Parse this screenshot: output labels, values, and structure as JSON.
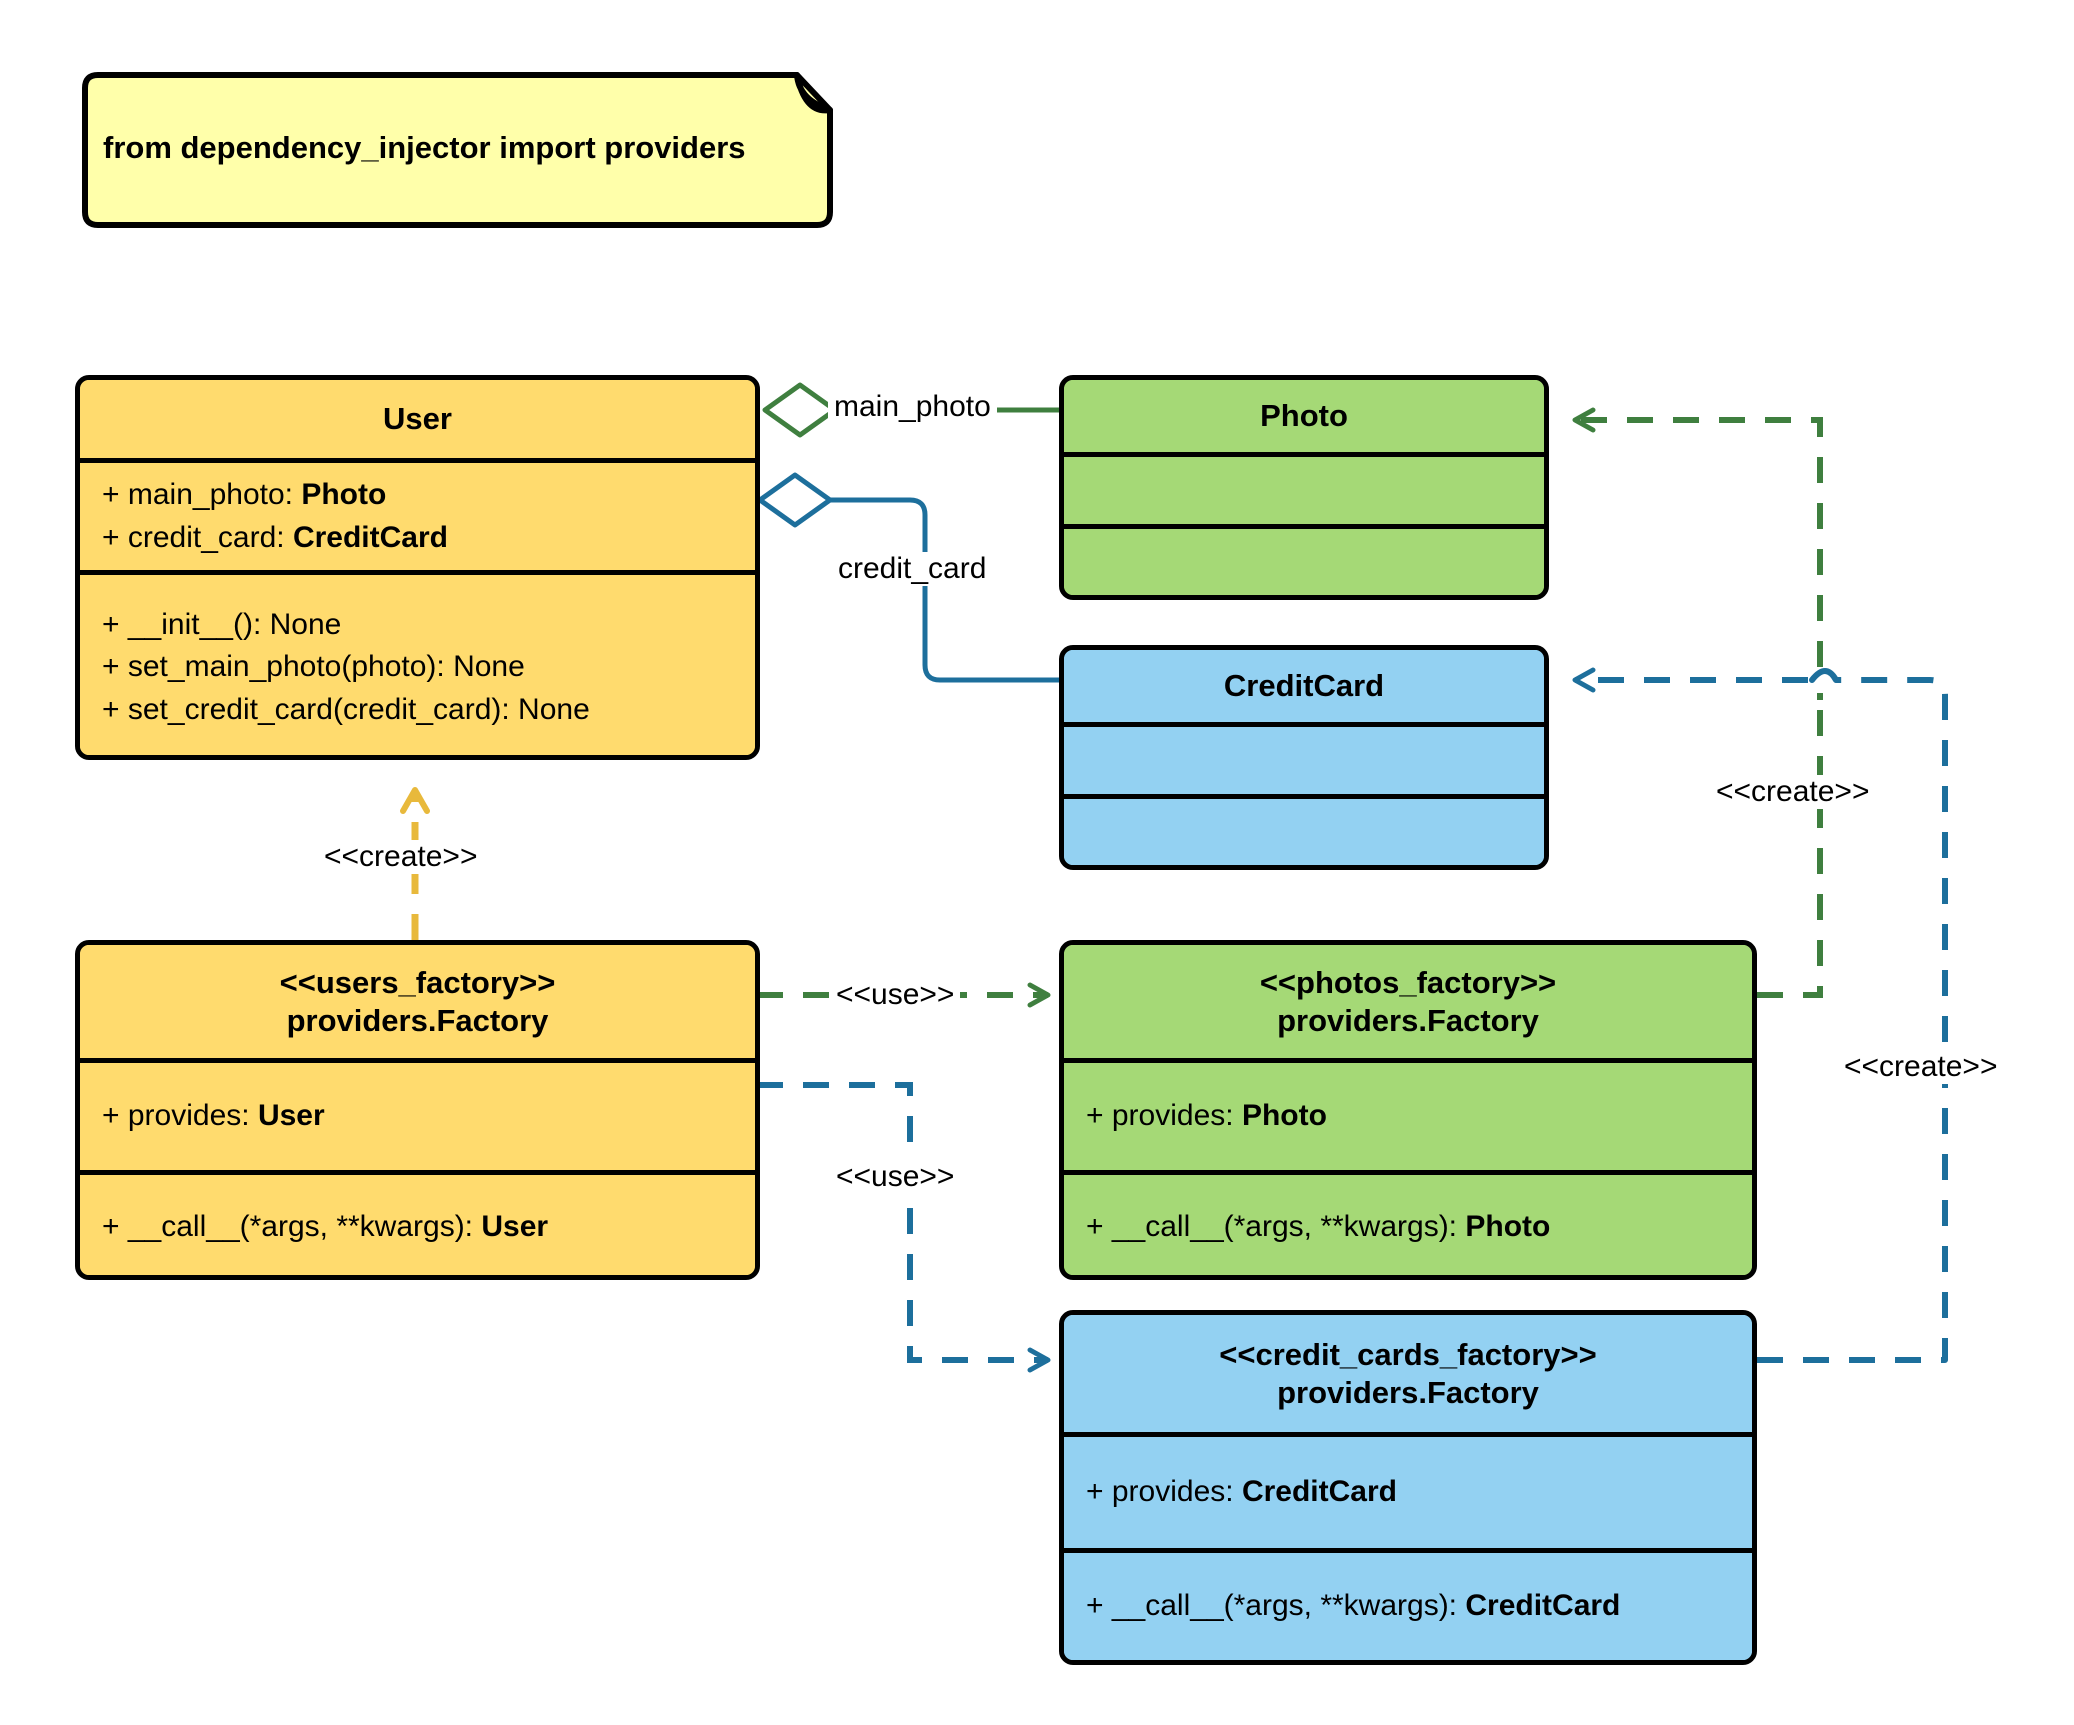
{
  "diagram": {
    "type": "uml-class-diagram",
    "title": "dependency_injector providers factory pattern",
    "background": "#ffffff"
  },
  "palette": {
    "yellow_fill": "#ffdb6e",
    "yellow_line": "#e8b93c",
    "green_fill": "#a5d976",
    "green_line": "#3f7f3f",
    "blue_fill": "#93d1f2",
    "blue_line": "#1d6f9c",
    "note_fill": "#ffffaa",
    "note_fold": "#c8c8a0",
    "outline": "#000000"
  },
  "note": {
    "name": "import-note",
    "text": "from dependency_injector import providers"
  },
  "classes": {
    "user": {
      "name": "User",
      "stereotype": "",
      "attributes": [
        {
          "visibility": "+",
          "label": "main_photo: ",
          "type": "Photo"
        },
        {
          "visibility": "+",
          "label": "credit_card: ",
          "type": "CreditCard"
        }
      ],
      "methods": [
        {
          "visibility": "+",
          "label": "__init__(): None",
          "type": ""
        },
        {
          "visibility": "+",
          "label": "set_main_photo(photo): None",
          "type": ""
        },
        {
          "visibility": "+",
          "label": "set_credit_card(credit_card): None",
          "type": ""
        }
      ]
    },
    "photo": {
      "name": "Photo",
      "stereotype": "",
      "attributes": [],
      "methods": []
    },
    "credit_card": {
      "name": "CreditCard",
      "stereotype": "",
      "attributes": [],
      "methods": []
    },
    "users_factory": {
      "stereotype": "<<users_factory>>",
      "name": "providers.Factory",
      "attributes": [
        {
          "visibility": "+",
          "label": "provides: ",
          "type": "User"
        }
      ],
      "methods": [
        {
          "visibility": "+",
          "label": "__call__(*args, **kwargs): ",
          "type": "User"
        }
      ]
    },
    "photos_factory": {
      "stereotype": "<<photos_factory>>",
      "name": "providers.Factory",
      "attributes": [
        {
          "visibility": "+",
          "label": "provides: ",
          "type": "Photo"
        }
      ],
      "methods": [
        {
          "visibility": "+",
          "label": "__call__(*args, **kwargs): ",
          "type": "Photo"
        }
      ]
    },
    "credit_cards_factory": {
      "stereotype": "<<credit_cards_factory>>",
      "name": "providers.Factory",
      "attributes": [
        {
          "visibility": "+",
          "label": "provides: ",
          "type": "CreditCard"
        }
      ],
      "methods": [
        {
          "visibility": "+",
          "label": "__call__(*args, **kwargs): ",
          "type": "CreditCard"
        }
      ]
    }
  },
  "relationships": [
    {
      "id": "user-main-photo",
      "kind": "aggregation",
      "from": "User",
      "to": "Photo",
      "label": "main_photo",
      "color": "#3f7f3f",
      "style": "solid"
    },
    {
      "id": "user-credit-card",
      "kind": "aggregation",
      "from": "User",
      "to": "CreditCard",
      "label": "credit_card",
      "color": "#1d6f9c",
      "style": "solid"
    },
    {
      "id": "users-factory-creates-user",
      "kind": "dependency",
      "from": "users_factory",
      "to": "User",
      "label": "<<create>>",
      "color": "#e8b93c",
      "style": "dashed"
    },
    {
      "id": "users-factory-uses-photos-factory",
      "kind": "dependency",
      "from": "users_factory",
      "to": "photos_factory",
      "label": "<<use>>",
      "color": "#3f7f3f",
      "style": "dashed"
    },
    {
      "id": "users-factory-uses-credit-cards-factory",
      "kind": "dependency",
      "from": "users_factory",
      "to": "credit_cards_factory",
      "label": "<<use>>",
      "color": "#1d6f9c",
      "style": "dashed"
    },
    {
      "id": "photos-factory-creates-photo",
      "kind": "dependency",
      "from": "photos_factory",
      "to": "Photo",
      "label": "<<create>>",
      "color": "#3f7f3f",
      "style": "dashed"
    },
    {
      "id": "credit-cards-factory-creates-credit-card",
      "kind": "dependency",
      "from": "credit_cards_factory",
      "to": "CreditCard",
      "label": "<<create>>",
      "color": "#1d6f9c",
      "style": "dashed"
    }
  ],
  "edge_labels": {
    "main_photo": "main_photo",
    "credit_card": "credit_card",
    "create_user": "<<create>>",
    "use_photos": "<<use>>",
    "use_credit_cards": "<<use>>",
    "create_photo": "<<create>>",
    "create_credit_card": "<<create>>"
  }
}
